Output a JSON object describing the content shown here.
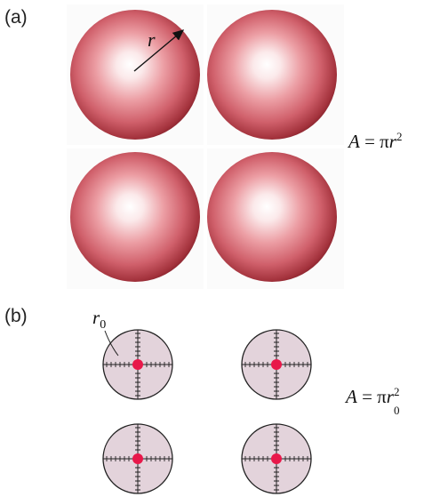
{
  "panel_a": {
    "label": "(a)",
    "radius_label": "r",
    "formula": {
      "lhs": "A",
      "eq": " = π",
      "var": "r",
      "exp": "2"
    }
  },
  "panel_b": {
    "label": "(b)",
    "radius_label": "r",
    "radius_sub": "0",
    "formula": {
      "lhs": "A",
      "eq": " = π",
      "var": "r",
      "sub": "0",
      "exp": "2"
    }
  },
  "colors": {
    "sphere_highlight": "#ffffff",
    "sphere_mid": "#e8868f",
    "sphere_dark": "#8e2630",
    "disk_fill": "#e3d3db",
    "nucleus": "#e8184a",
    "stroke": "#222222"
  }
}
